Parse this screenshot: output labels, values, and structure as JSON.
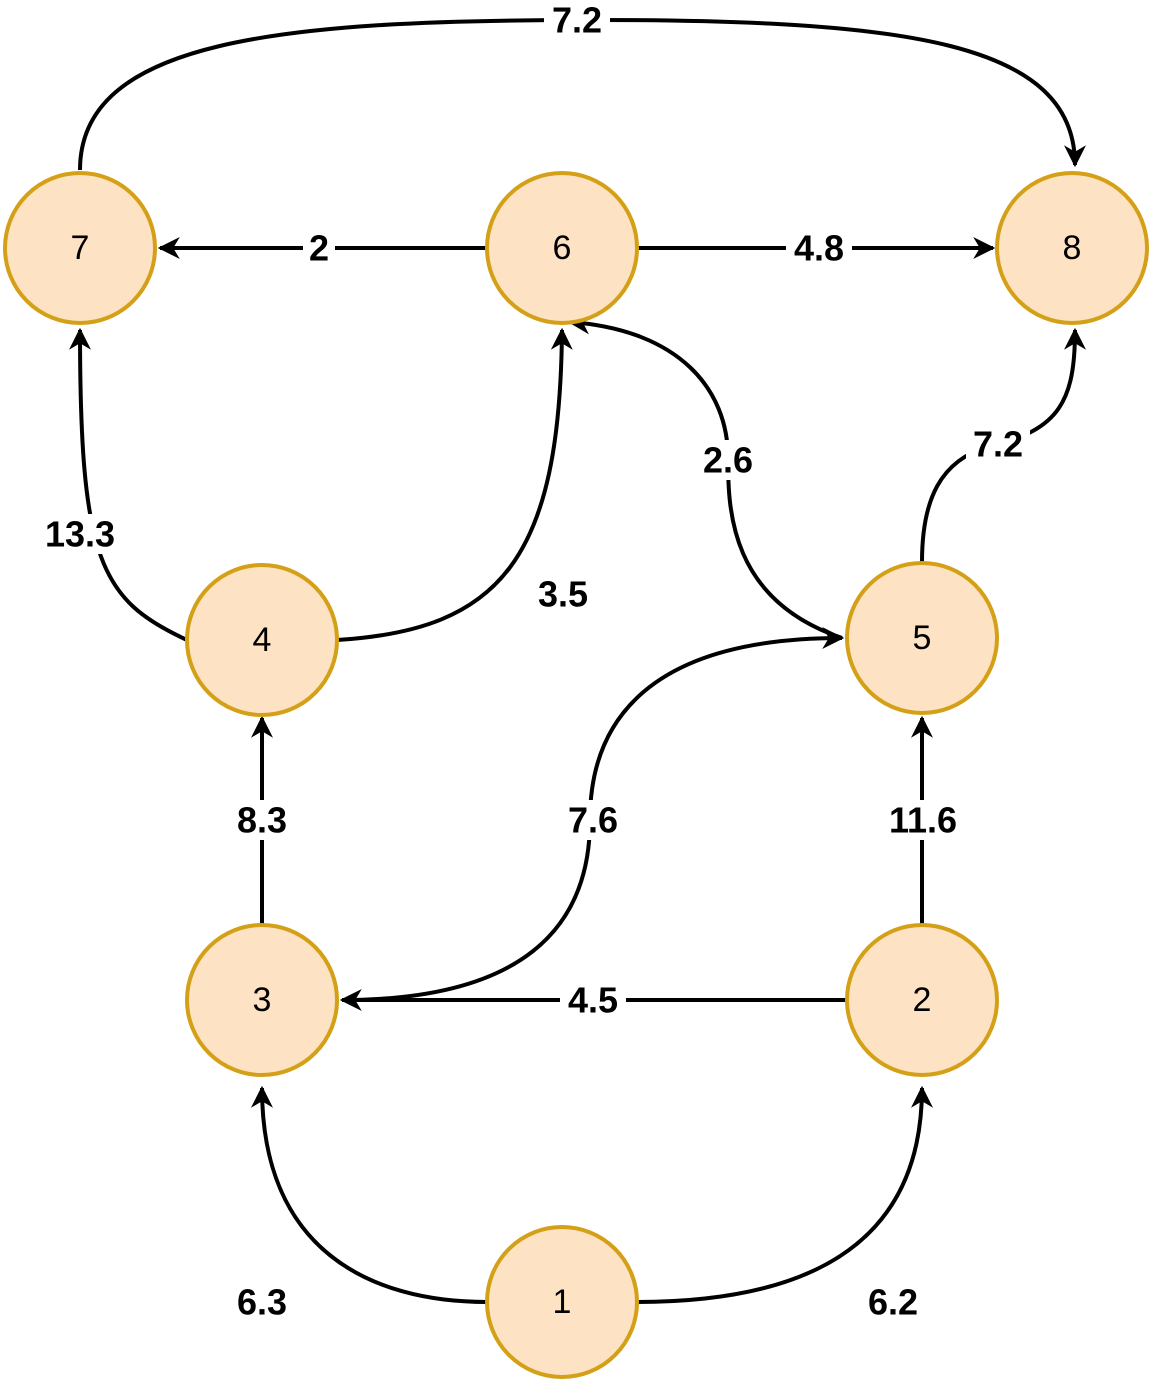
{
  "graph": {
    "colors": {
      "node_fill": "#fde2c3",
      "node_stroke": "#d4a017",
      "edge": "#000000"
    },
    "nodes": [
      {
        "id": "1",
        "label": "1"
      },
      {
        "id": "2",
        "label": "2"
      },
      {
        "id": "3",
        "label": "3"
      },
      {
        "id": "4",
        "label": "4"
      },
      {
        "id": "5",
        "label": "5"
      },
      {
        "id": "6",
        "label": "6"
      },
      {
        "id": "7",
        "label": "7"
      },
      {
        "id": "8",
        "label": "8"
      }
    ],
    "edges": [
      {
        "from": "1",
        "to": "3",
        "weight": "6.3"
      },
      {
        "from": "1",
        "to": "2",
        "weight": "6.2"
      },
      {
        "from": "2",
        "to": "3",
        "weight": "4.5"
      },
      {
        "from": "2",
        "to": "5",
        "weight": "11.6"
      },
      {
        "from": "3",
        "to": "4",
        "weight": "8.3"
      },
      {
        "from": "3",
        "to": "5",
        "weight": "7.6"
      },
      {
        "from": "4",
        "to": "7",
        "weight": "13.3"
      },
      {
        "from": "4",
        "to": "6",
        "weight": "3.5"
      },
      {
        "from": "5",
        "to": "6",
        "weight": "2.6"
      },
      {
        "from": "5",
        "to": "8",
        "weight": "7.2"
      },
      {
        "from": "6",
        "to": "7",
        "weight": "2"
      },
      {
        "from": "6",
        "to": "8",
        "weight": "4.8"
      },
      {
        "from": "7",
        "to": "8",
        "weight": "7.2"
      }
    ]
  }
}
